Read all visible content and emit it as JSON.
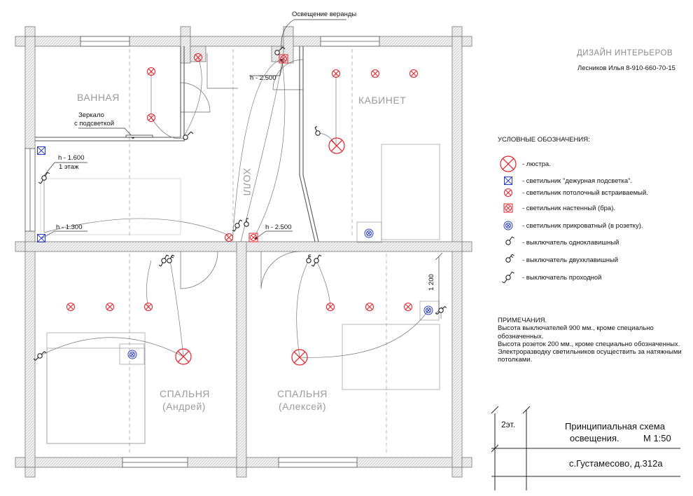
{
  "header": {
    "company": "ДИЗАЙН ИНТЕРЬЕРОВ",
    "author": "Лесников Илья 8-910-660-70-15"
  },
  "rooms": {
    "bathroom": "ВАННАЯ",
    "study": "КАБИНЕТ",
    "hall": "ХОЛЛ",
    "bedroom1_name": "СПАЛЬНЯ",
    "bedroom1_owner": "(Андрей)",
    "bedroom2_name": "СПАЛЬНЯ",
    "bedroom2_owner": "(Алексей)"
  },
  "annotations": {
    "veranda": "Освещение веранды",
    "mirror_line1": "Зеркало",
    "mirror_line2": "с подсветкой",
    "h_2500_top": "h - 2.500",
    "h_1600": "h - 1.600",
    "floor_1": "1 этаж",
    "h_1300": "h - 1.300",
    "h_2500_mid": "h - 2.500",
    "dim_1200": "1 200"
  },
  "legend": {
    "title": "УСЛОВНЫЕ ОБОЗНАЧЕНИЯ:",
    "items": [
      {
        "icon": "chandelier-icon",
        "label": "- люстра."
      },
      {
        "icon": "night-light-icon",
        "label": "- светильник \"дежурная подсветка\"."
      },
      {
        "icon": "ceiling-recessed-light-icon",
        "label": "- светильник потолочный встраиваемый."
      },
      {
        "icon": "wall-sconce-icon",
        "label": "- светильник настенный (бра)."
      },
      {
        "icon": "bedside-lamp-icon",
        "label": "- светильник прикроватный (в розетку)."
      },
      {
        "icon": "single-switch-icon",
        "label": "- выключатель одноклавишный"
      },
      {
        "icon": "double-switch-icon",
        "label": "- выключатель двухклавишный"
      },
      {
        "icon": "pass-through-switch-icon",
        "label": "- выключатель проходной"
      }
    ]
  },
  "notes": {
    "title": "ПРИМЕЧАНИЯ.",
    "line1": "Высота выключателей 900 мм., кроме специально обозначенных.",
    "line2": "Высота розеток 200 мм., кроме специально обозначенных.",
    "line3": "Электроразводку светильников осуществить за натяжными потолками."
  },
  "title_block": {
    "floor": "2эт.",
    "title_line1": "Принципиальная схема",
    "title_line2": "освещения.",
    "scale": "М 1:50",
    "address": "с.Густамесово, д.312а"
  },
  "colors": {
    "fixture_red": "#e0222a",
    "fixture_blue": "#2a3fc8",
    "wall_hatch": "#c8c8c8",
    "wall_line": "#777777",
    "room_label": "#9a9a9a"
  }
}
